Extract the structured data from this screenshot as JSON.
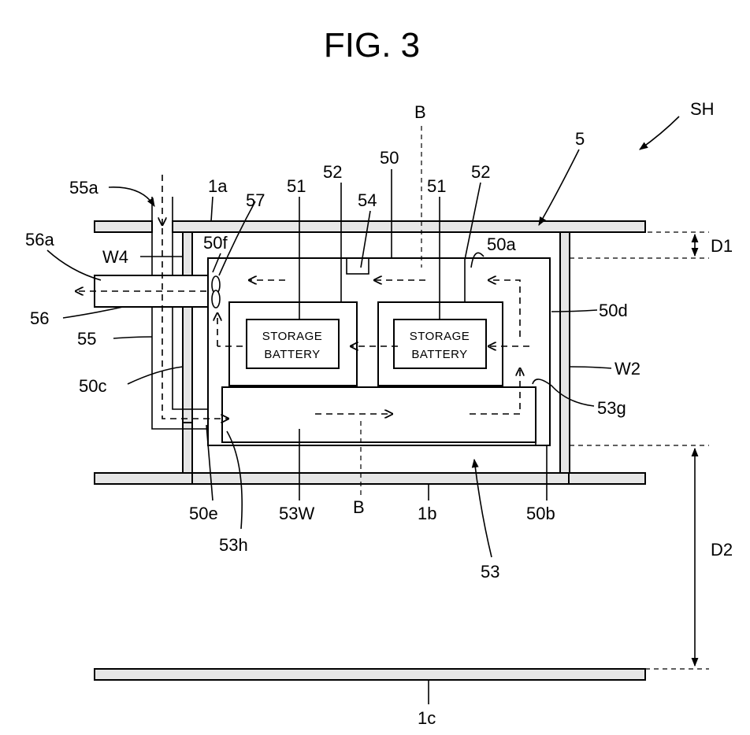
{
  "figure_title": "FIG. 3",
  "box_text": {
    "battery_line1": "STORAGE",
    "battery_line2": "BATTERY"
  },
  "labels": {
    "SH": "SH",
    "B_top": "B",
    "n50": "50",
    "n5": "5",
    "n52_left": "52",
    "n52_right": "52",
    "n51_left": "51",
    "n51_right": "51",
    "n54": "54",
    "n55a": "55a",
    "n1a": "1a",
    "n57": "57",
    "n56a": "56a",
    "W4": "W4",
    "n50f": "50f",
    "n50a": "50a",
    "D1": "D1",
    "n56": "56",
    "n50d": "50d",
    "n55": "55",
    "W2": "W2",
    "n50c": "50c",
    "n53g": "53g",
    "n50e": "50e",
    "n53W": "53W",
    "B_bottom": "B",
    "n1b": "1b",
    "n50b": "50b",
    "n53h": "53h",
    "n53": "53",
    "D2": "D2",
    "n1c": "1c"
  }
}
